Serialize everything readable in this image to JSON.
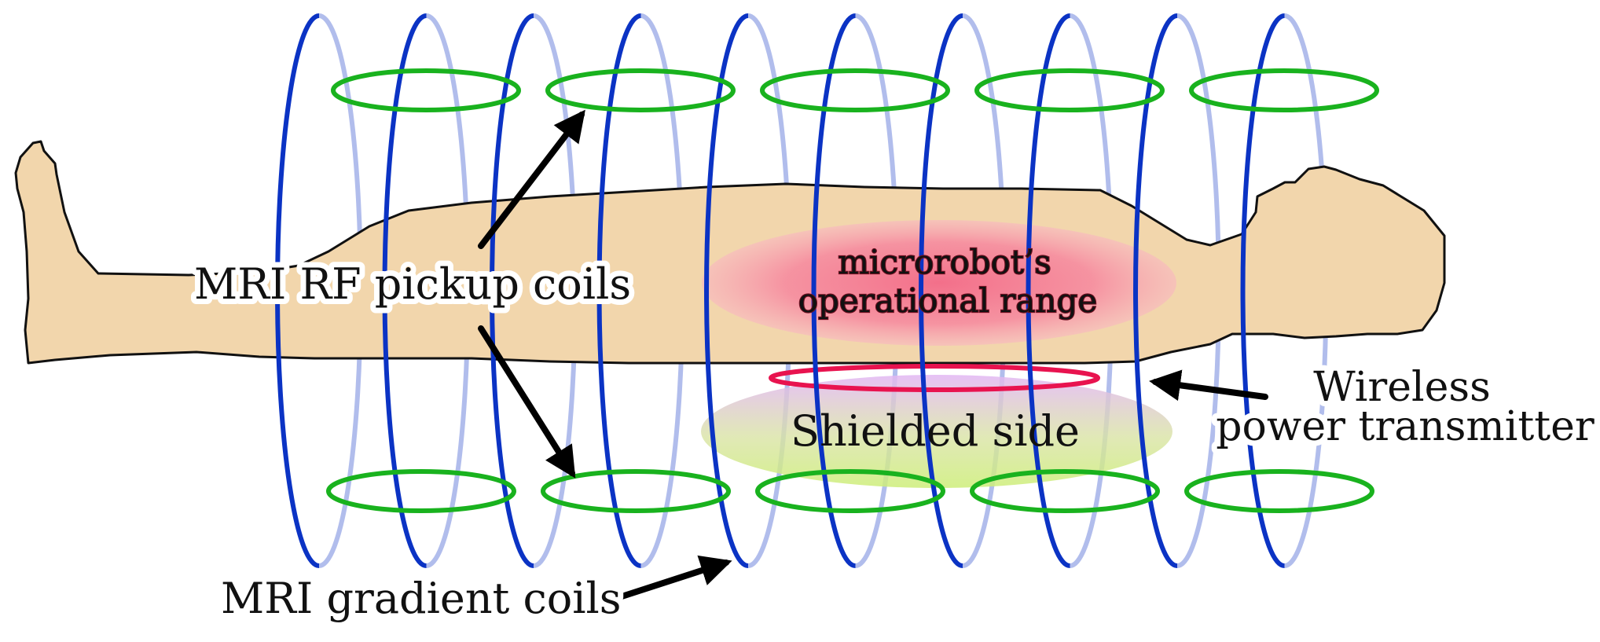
{
  "labels": {
    "rf_pickup_coils": "MRI RF pickup coils",
    "gradient_coils": "MRI gradient coils",
    "operational_range_line1": "microrobot’s",
    "operational_range_line2": "operational range",
    "shielded_side": "Shielded side",
    "transmitter_line1": "Wireless",
    "transmitter_line2": "power transmitter"
  },
  "colors": {
    "background": "#ffffff",
    "body_fill": "#f2d6ac",
    "body_outline": "#111111",
    "gradient_coil": "#0b33c4",
    "rf_coil": "#19b21e",
    "operational_range": "#f6879f",
    "shielded_side_top": "#e0b7f2",
    "shielded_side_bottom": "#cfee7c",
    "transmitter_ring": "#e8134f",
    "arrow": "#000000"
  },
  "counts": {
    "gradient_coils": 10,
    "rf_pickup_coils_per_row": 5,
    "rf_pickup_coil_rows": 2
  }
}
